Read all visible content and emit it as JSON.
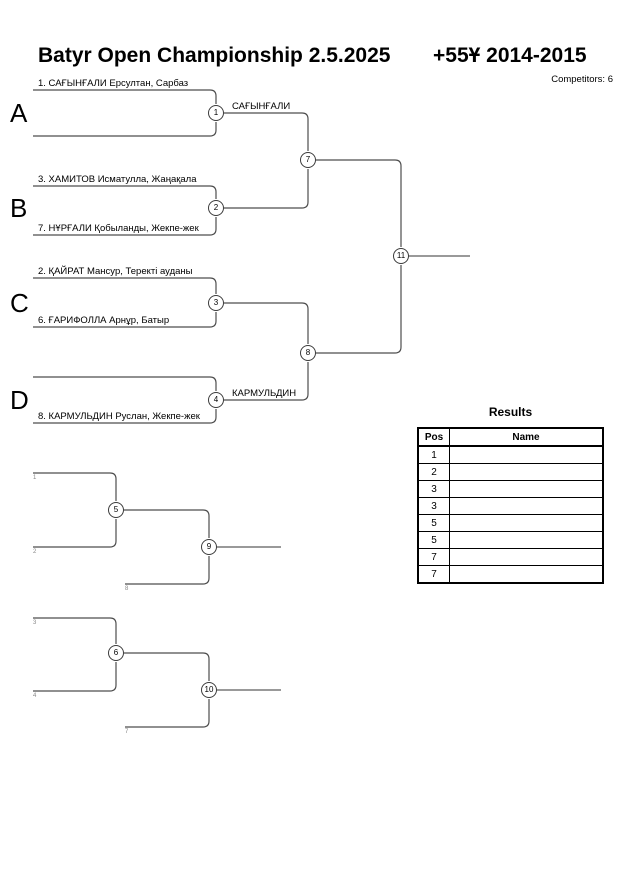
{
  "header": {
    "title_left": "Batyr Open Championship  2.5.2025",
    "title_right": "+55Ұ 2014-2015",
    "competitors_label": "Competitors: 6"
  },
  "colors": {
    "line": "#4d4d4d",
    "text": "#000000"
  },
  "main_bracket": {
    "groups": [
      {
        "label": "A",
        "top": "1. САҒЫНҒАЛИ Ерсултан, Сарбаз",
        "bottom": ""
      },
      {
        "label": "B",
        "top": "3. ХАМИТОВ Исматулла, Жаңақала",
        "bottom": "7. НҰРҒАЛИ Қобыланды, Жекпе-жек"
      },
      {
        "label": "C",
        "top": "2. ҚАЙРАТ Мансур, Теректі ауданы",
        "bottom": "6. ҒАРИФОЛЛА Арнұр, Батыр"
      },
      {
        "label": "D",
        "top": "",
        "bottom": "8. КАРМУЛЬДИН Руслан, Жекпе-жек"
      }
    ],
    "winner_after_match1": "САҒЫНҒАЛИ",
    "winner_after_match4": "КАРМУЛЬДИН"
  },
  "matches": {
    "m1": "1",
    "m2": "2",
    "m3": "3",
    "m4": "4",
    "m5": "5",
    "m6": "6",
    "m7": "7",
    "m8": "8",
    "m9": "9",
    "m10": "10",
    "m11": "11"
  },
  "consolation": {
    "slot_labels": {
      "s1": "1",
      "s2": "2",
      "s8": "8",
      "s3": "3",
      "s4": "4",
      "s7": "7"
    }
  },
  "results_table": {
    "title": "Results",
    "columns": [
      "Pos",
      "Name"
    ],
    "rows": [
      {
        "pos": "1",
        "name": ""
      },
      {
        "pos": "2",
        "name": ""
      },
      {
        "pos": "3",
        "name": ""
      },
      {
        "pos": "3",
        "name": ""
      },
      {
        "pos": "5",
        "name": ""
      },
      {
        "pos": "5",
        "name": ""
      },
      {
        "pos": "7",
        "name": ""
      },
      {
        "pos": "7",
        "name": ""
      }
    ]
  }
}
